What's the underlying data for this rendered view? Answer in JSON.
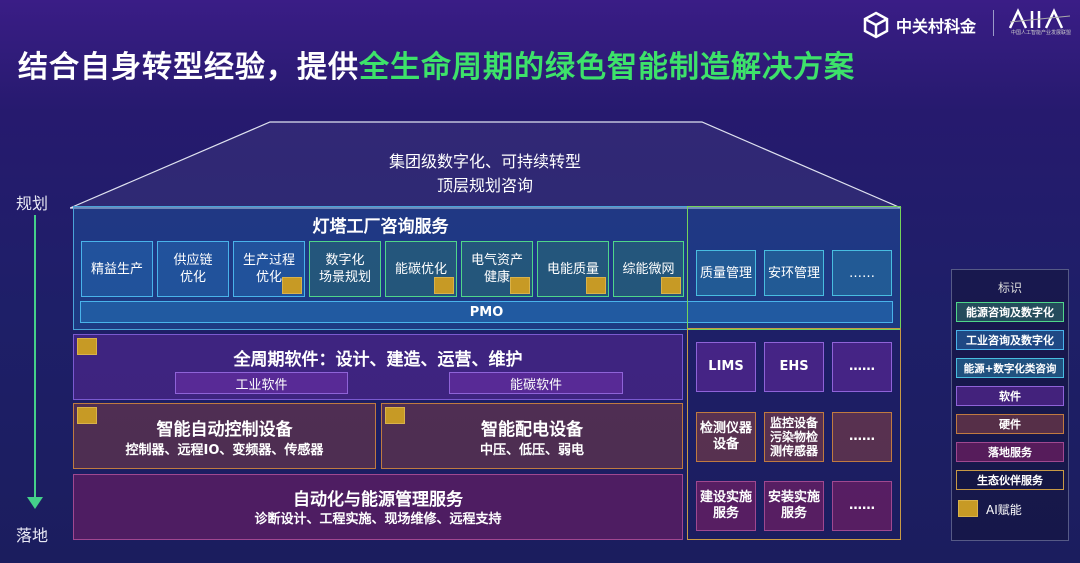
{
  "header": {
    "title_plain": "结合自身转型经验，提供",
    "title_highlight": "全生命周期的绿色智能制造解决方案",
    "brand_name": "中关村科金",
    "partner_logo_text": "AIIA",
    "partner_subtext": "中国人工智能产业发展联盟"
  },
  "axis": {
    "top_label": "规划",
    "bottom_label": "落地"
  },
  "roof": {
    "line1": "集团级数字化、可持续转型",
    "line2": "顶层规划咨询"
  },
  "lighthouse": {
    "title": "灯塔工厂咨询服务",
    "items": [
      {
        "label": "精益生产",
        "ai": false
      },
      {
        "label": "供应链\n优化",
        "ai": false
      },
      {
        "label": "生产过程\n优化",
        "ai": true
      },
      {
        "label": "数字化\n场景规划",
        "ai": false
      },
      {
        "label": "能碳优化",
        "ai": true
      },
      {
        "label": "电气资产\n健康",
        "ai": true
      },
      {
        "label": "电能质量",
        "ai": true
      },
      {
        "label": "综能微网",
        "ai": true
      }
    ],
    "right_items": [
      "质量管理",
      "安环管理",
      "……"
    ],
    "pmo": "PMO"
  },
  "software": {
    "title": "全周期软件：设计、建造、运营、维护",
    "sub1": "工业软件",
    "sub2": "能碳软件"
  },
  "hardware": {
    "left_title": "智能自动控制设备",
    "left_sub": "控制器、远程IO、变频器、传感器",
    "right_title": "智能配电设备",
    "right_sub": "中压、低压、弱电"
  },
  "landing": {
    "title": "自动化与能源管理服务",
    "sub": "诊断设计、工程实施、现场维修、远程支持"
  },
  "right_column": {
    "software": [
      "LIMS",
      "EHS",
      "……"
    ],
    "hardware": [
      "检测仪器\n设备",
      "监控设备\n污染物检\n测传感器",
      "……"
    ],
    "landing": [
      "建设实施\n服务",
      "安装实施\n服务",
      "……"
    ]
  },
  "legend": {
    "title": "标识",
    "items": [
      "能源咨询及数字化",
      "工业咨询及数字化",
      "能源+数字化类咨询",
      "软件",
      "硬件",
      "落地服务",
      "生态伙伴服务"
    ],
    "ai_label": "AI赋能"
  },
  "colors": {
    "accent_green": "#3de26a",
    "ai_gold": "#c79a25",
    "energy_consult_border": "#4fd68a",
    "industrial_consult_border": "#49b3ea",
    "software_border": "#8f63d8",
    "hardware_border": "#c07a40",
    "landing_border": "#a04890",
    "eco_partner_border": "#c89a45"
  }
}
